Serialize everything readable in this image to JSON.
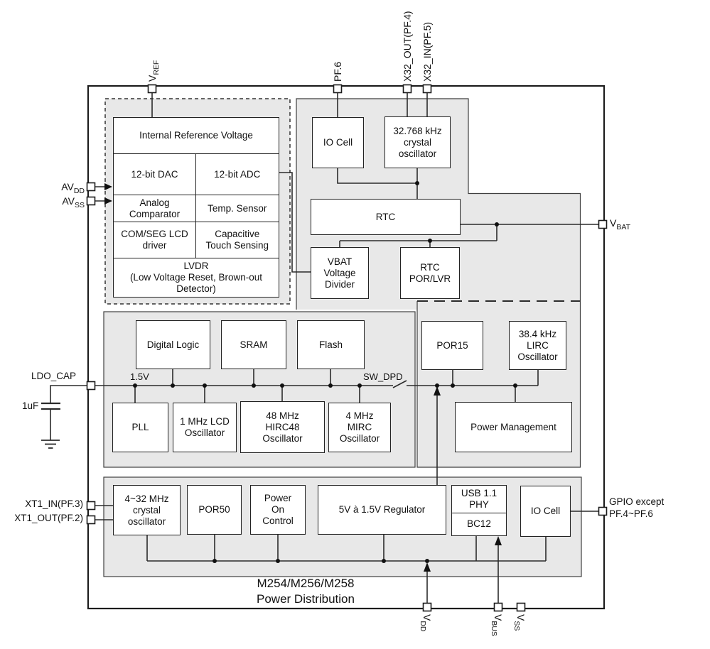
{
  "chip": {
    "title_line1": "M254/M256/M258",
    "title_line2": "Power Distribution"
  },
  "pins": {
    "vref": {
      "base": "V",
      "sub": "REF"
    },
    "pf6": {
      "label": "PF.6"
    },
    "x32_out": {
      "label": "X32_OUT(PF.4)"
    },
    "x32_in": {
      "label": "X32_IN(PF.5)"
    },
    "avdd": {
      "base": "AV",
      "sub": "DD"
    },
    "avss": {
      "base": "AV",
      "sub": "SS"
    },
    "ldo_cap": {
      "label": "LDO_CAP"
    },
    "xt1_in": {
      "label": "XT1_IN(PF.3)"
    },
    "xt1_out": {
      "label": "XT1_OUT(PF.2)"
    },
    "vbat": {
      "base": "V",
      "sub": "BAT"
    },
    "gpio": {
      "label": "GPIO except\nPF.4~PF.6"
    },
    "vdd": {
      "base": "V",
      "sub": "DD"
    },
    "vbus": {
      "base": "V",
      "sub": "BUS"
    },
    "vss": {
      "base": "V",
      "sub": "SS"
    }
  },
  "blocks": {
    "irv": {
      "label": "Internal Reference Voltage"
    },
    "dac": {
      "label": "12-bit DAC"
    },
    "adc": {
      "label": "12-bit ADC"
    },
    "comparator": {
      "label": "Analog\nComparator"
    },
    "temp_sensor": {
      "label": "Temp. Sensor"
    },
    "lcd_driver": {
      "label": "COM/SEG LCD\ndriver"
    },
    "touch": {
      "label": "Capacitive\nTouch Sensing"
    },
    "lvdr": {
      "label": "LVDR\n(Low Voltage Reset, Brown-out\nDetector)"
    },
    "io_cell_top": {
      "label": "IO Cell"
    },
    "xtal32k": {
      "label": "32.768 kHz\ncrystal\noscillator"
    },
    "rtc": {
      "label": "RTC"
    },
    "vbat_divider": {
      "label": "VBAT\nVoltage\nDivider"
    },
    "rtc_por_lvr": {
      "label": "RTC\nPOR/LVR"
    },
    "digital_logic": {
      "label": "Digital Logic"
    },
    "sram": {
      "label": "SRAM"
    },
    "flash": {
      "label": "Flash"
    },
    "pll": {
      "label": "PLL"
    },
    "lcd_osc": {
      "label": "1 MHz LCD\nOscillator"
    },
    "hirc48": {
      "label": "48 MHz\nHIRC48\nOscillator"
    },
    "mirc": {
      "label": "4 MHz\nMIRC\nOscillator"
    },
    "por15": {
      "label": "POR15"
    },
    "lirc": {
      "label": "38.4 kHz\nLIRC\nOscillator"
    },
    "power_mgmt": {
      "label": "Power Management"
    },
    "xtal_hf": {
      "label": "4~32 MHz\ncrystal\noscillator"
    },
    "por50": {
      "label": "POR50"
    },
    "poc": {
      "label": "Power\nOn\nControl"
    },
    "regulator": {
      "label": "5V à 1.5V Regulator"
    },
    "usb_phy": {
      "label": "USB 1.1\nPHY"
    },
    "bc12": {
      "label": "BC12"
    },
    "io_cell_bot": {
      "label": "IO Cell"
    }
  },
  "net_labels": {
    "v1p5": "1.5V",
    "sw_dpd": "SW_DPD",
    "cap_value": "1uF"
  },
  "colors": {
    "region_fill": "#e8e8e8",
    "line": "#2b2b2b",
    "box_bg": "#ffffff"
  }
}
